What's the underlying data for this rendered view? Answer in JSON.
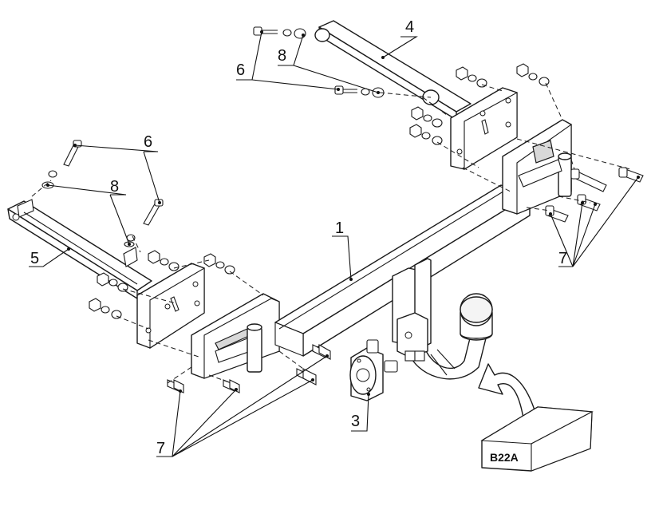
{
  "callouts": {
    "main_bar": "1",
    "socket": "3",
    "right_bracket": "4",
    "left_bracket": "5",
    "bolt_top": "6",
    "bolt_left": "6",
    "washer_top": "8",
    "washer_left": "8",
    "bolts_right": "7",
    "bolts_bottom": "7"
  },
  "ball_type_label": "B22A"
}
